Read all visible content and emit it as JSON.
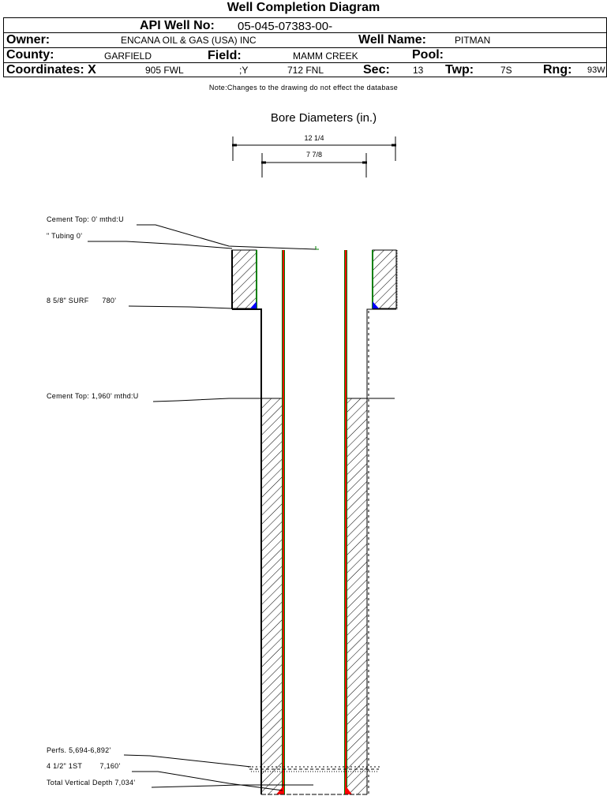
{
  "header": {
    "title": "Well Completion Diagram",
    "api_label": "API Well No:",
    "api_value": "05-045-07383-00-",
    "owner_label": "Owner:",
    "owner_value": "ENCANA OIL & GAS (USA) INC",
    "well_name_label": "Well Name:",
    "well_name_value": "PITMAN",
    "county_label": "County:",
    "county_value": "GARFIELD",
    "field_label": "Field:",
    "field_value": "MAMM CREEK",
    "pool_label": "Pool:",
    "pool_value": "",
    "coords_label": "Coordinates: X",
    "coords_x_value": "905 FWL",
    "coords_y_label": ";Y",
    "coords_y_value": "712 FNL",
    "sec_label": "Sec:",
    "sec_value": "13",
    "twp_label": "Twp:",
    "twp_value": "7S",
    "rng_label": "Rng:",
    "rng_value": "93W"
  },
  "note": "Note:Changes to the drawing do not effect the database",
  "diagram": {
    "title": "Bore Diameters (in.)",
    "bore_diameters": [
      "12 1/4",
      "7 7/8"
    ],
    "callouts": {
      "cement_top_surface": "Cement Top: 0' mthd:U",
      "tubing": "\" Tubing 0'",
      "surface_casing": "8 5/8\" SURF      780'",
      "cement_top_production": "Cement Top: 1,960' mthd:U",
      "perfs": "Perfs. 5,694-6,892'",
      "production_casing": "4 1/2\" 1ST        7,160'",
      "tvd": "Total Vertical Depth 7,034'"
    },
    "colors": {
      "casing_outer": "#008000",
      "casing_inner": "#ff0000",
      "shoe_surface": "#0000ff",
      "shoe_production": "#ff0000"
    }
  }
}
